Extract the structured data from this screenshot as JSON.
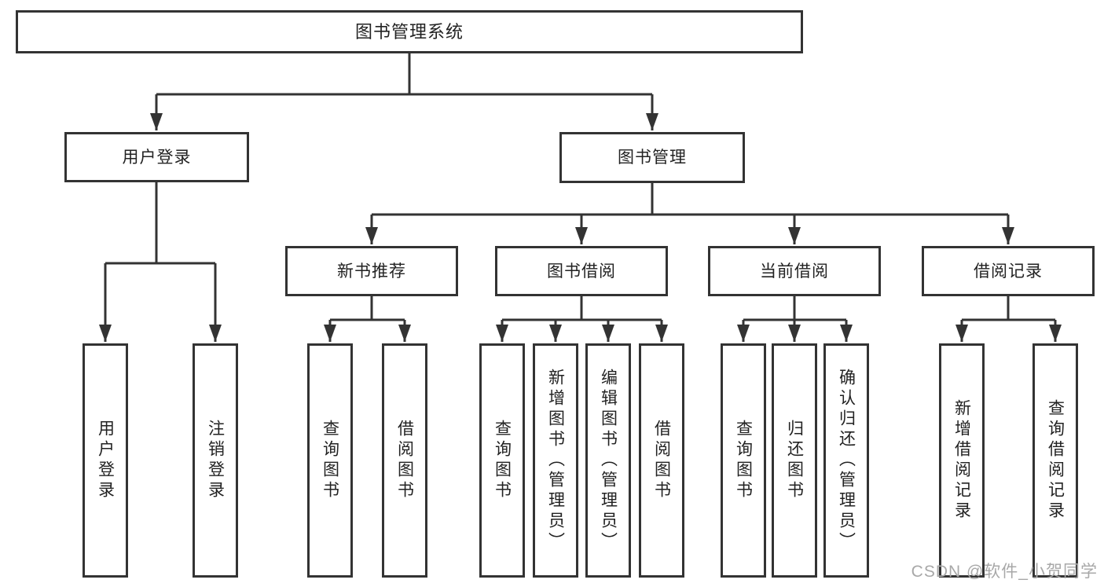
{
  "diagram": {
    "title": "图书管理系统",
    "level1": [
      {
        "label": "用户登录"
      },
      {
        "label": "图书管理"
      }
    ],
    "level2": [
      {
        "label": "新书推荐"
      },
      {
        "label": "图书借阅"
      },
      {
        "label": "当前借阅"
      },
      {
        "label": "借阅记录"
      }
    ],
    "leaves": {
      "login": [
        "用户登录",
        "注销登录"
      ],
      "recommend": [
        "查询图书",
        "借阅图书"
      ],
      "borrow": [
        "查询图书",
        "新增图书（管理员）",
        "编辑图书（管理员）",
        "借阅图书"
      ],
      "current": [
        "查询图书",
        "归还图书",
        "确认归还（管理员）"
      ],
      "records": [
        "新增借阅记录",
        "查询借阅记录"
      ]
    }
  },
  "colors": {
    "line": "#333333",
    "text": "#222222",
    "watermark": "#a8a8a8"
  },
  "watermark": "CSDN @软件_小贺同学"
}
